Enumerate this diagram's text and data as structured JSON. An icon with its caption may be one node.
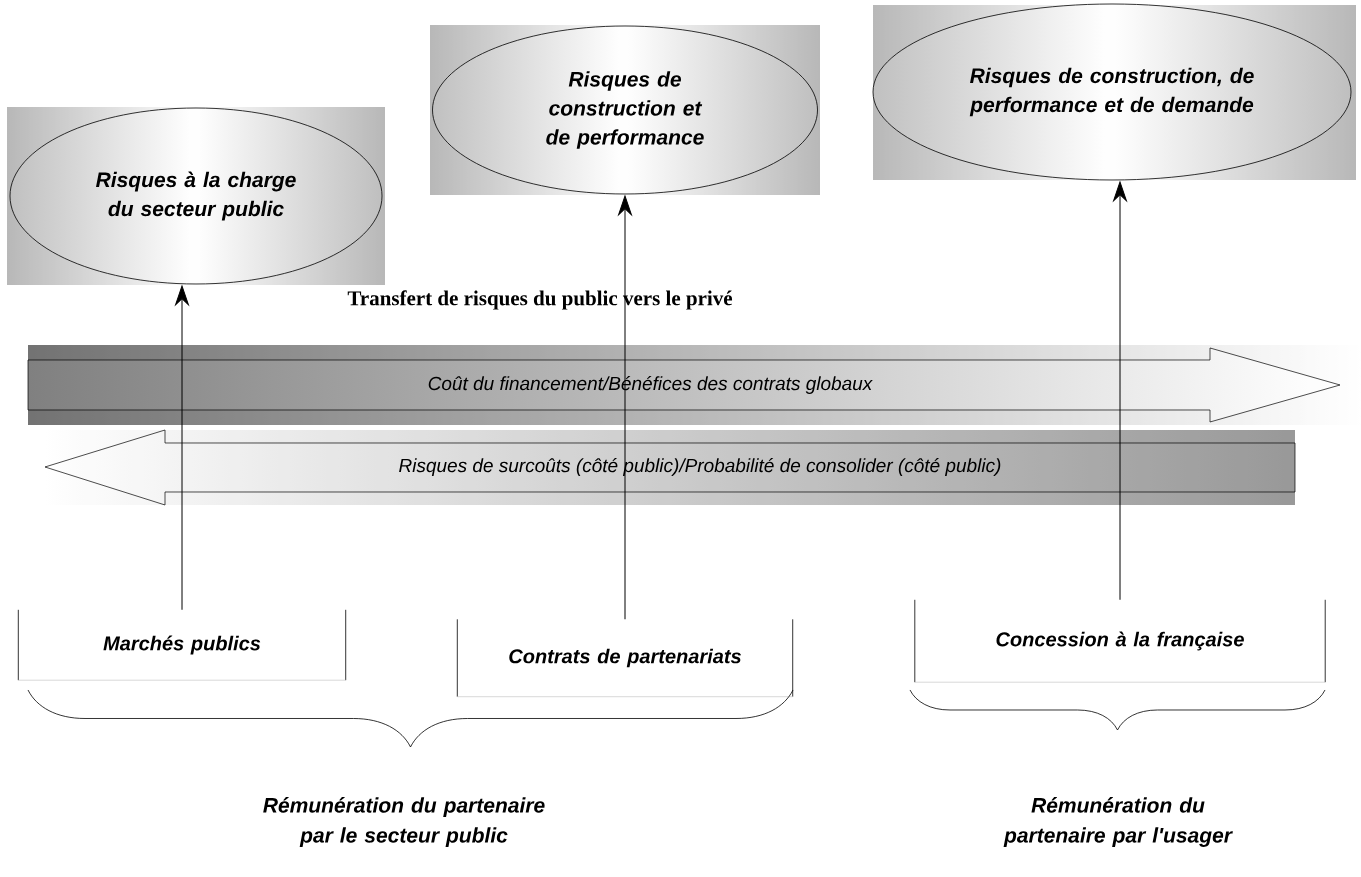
{
  "diagram": {
    "nodes": [
      {
        "text": [
          "Risques à la charge du secteur public"
        ]
      },
      {
        "text": [
          "Risques de construction et de performance"
        ]
      },
      {
        "text": [
          "Risques de construction, de performance et de demande"
        ]
      },
      {
        "text": [
          "Marchés publics"
        ]
      },
      {
        "text": [
          "Contrats de partenariats"
        ]
      },
      {
        "text": [
          "Concession à la française"
        ]
      }
    ],
    "edges": [
      {
        "from": 3,
        "to": 0,
        "arrow": "to"
      },
      {
        "from": 4,
        "to": 1,
        "arrow": "to"
      },
      {
        "from": 5,
        "to": 2,
        "arrow": "to"
      }
    ],
    "labels": [
      "Transfert de risques du public vers le privé",
      "Coût du financement/Bénéfices des contrats globaux",
      "Risques de surcoûts (côté public)/Probabilité de consolider (côté public)",
      "Rémunération du partenaire par le secteur public",
      "Rémunération du partenaire par l'usager"
    ]
  }
}
